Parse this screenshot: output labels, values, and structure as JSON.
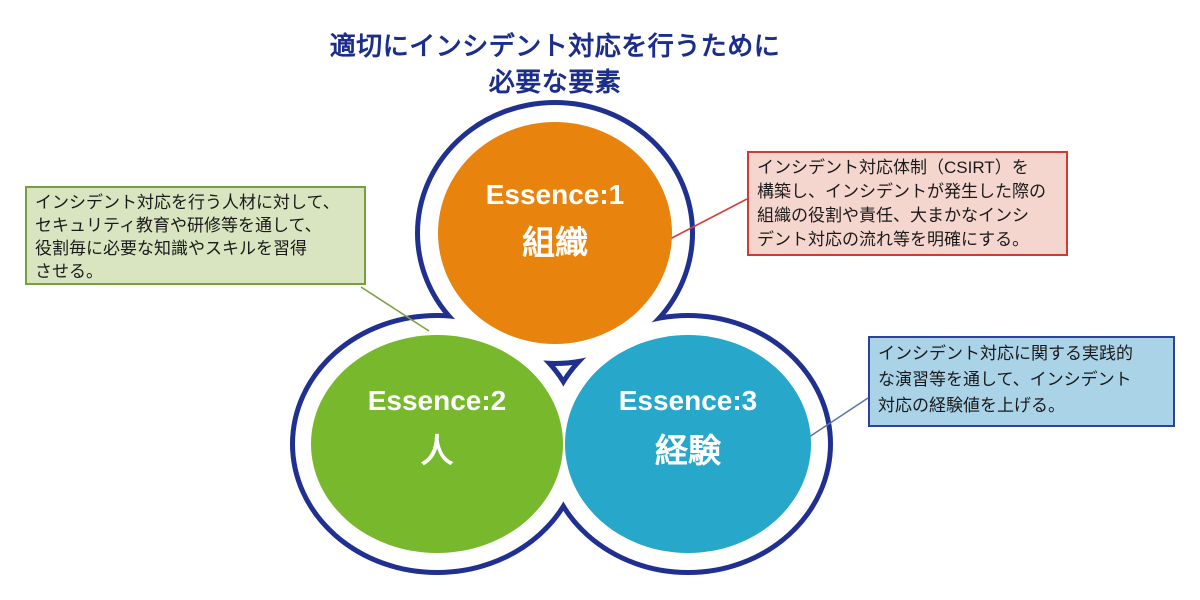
{
  "title": {
    "line1": "適切にインシデント対応を行うために",
    "line2": "必要な要素",
    "color": "#1b2e8b"
  },
  "diagram": {
    "outline_color": "#203090",
    "circles": [
      {
        "name": "essence-1-organization",
        "label": "Essence:1",
        "sublabel": "組織",
        "fill": "#e8830e",
        "stroke": "#d4770a"
      },
      {
        "name": "essence-2-people",
        "label": "Essence:2",
        "sublabel": "人",
        "fill": "#77b82d",
        "stroke": "#699f2a"
      },
      {
        "name": "essence-3-experience",
        "label": "Essence:3",
        "sublabel": "経験",
        "fill": "#27a7ca",
        "stroke": "#1b91ad"
      }
    ],
    "connectors": [
      {
        "name": "people-connector",
        "color": "#7e9e40"
      },
      {
        "name": "organization-connector",
        "color": "#d0403c"
      },
      {
        "name": "experience-connector",
        "color": "#5b76ac"
      }
    ]
  },
  "callouts": [
    {
      "name": "people-note",
      "text": "インシデント対応を行う人材に対して、\nセキュリティ教育や研修等を通して、\n役割毎に必要な知識やスキルを習得\nさせる。",
      "fill": "#d9e5c0",
      "border": "#76a040"
    },
    {
      "name": "organization-note",
      "text": "インシデント対応体制（CSIRT）を\n構築し、インシデントが発生した際の\n組織の役割や責任、大まかなインシ\nデント対応の流れ等を明確にする。",
      "fill": "#f5d6cf",
      "border": "#cc3c35"
    },
    {
      "name": "experience-note",
      "text": "インシデント対応に関する実践的\nな演習等を通して、インシデント\n対応の経験値を上げる。",
      "fill": "#aad3e7",
      "border": "#2e4397"
    }
  ]
}
